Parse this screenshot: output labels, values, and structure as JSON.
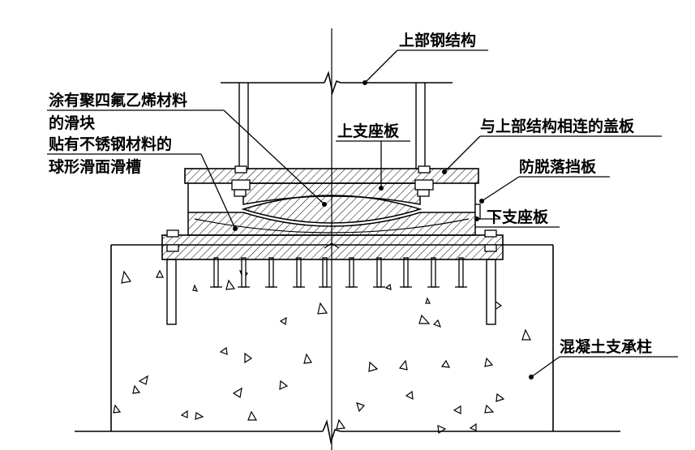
{
  "labels": {
    "upper_steel_structure": "上部钢结构",
    "coated_slider_line1": "涂有聚四氟乙烯材料",
    "coated_slider_line2": "的滑块",
    "upper_bearing_plate": "上支座板",
    "connected_cover_plate": "与上部结构相连的盖板",
    "stainless_groove_line1": "贴有不锈钢材料的",
    "stainless_groove_line2": "球形滑面滑槽",
    "anti_fall_baffle": "防脱落挡板",
    "lower_bearing_plate": "下支座板",
    "concrete_column": "混凝土支承柱"
  },
  "colors": {
    "line": "#000000",
    "background": "#ffffff"
  }
}
